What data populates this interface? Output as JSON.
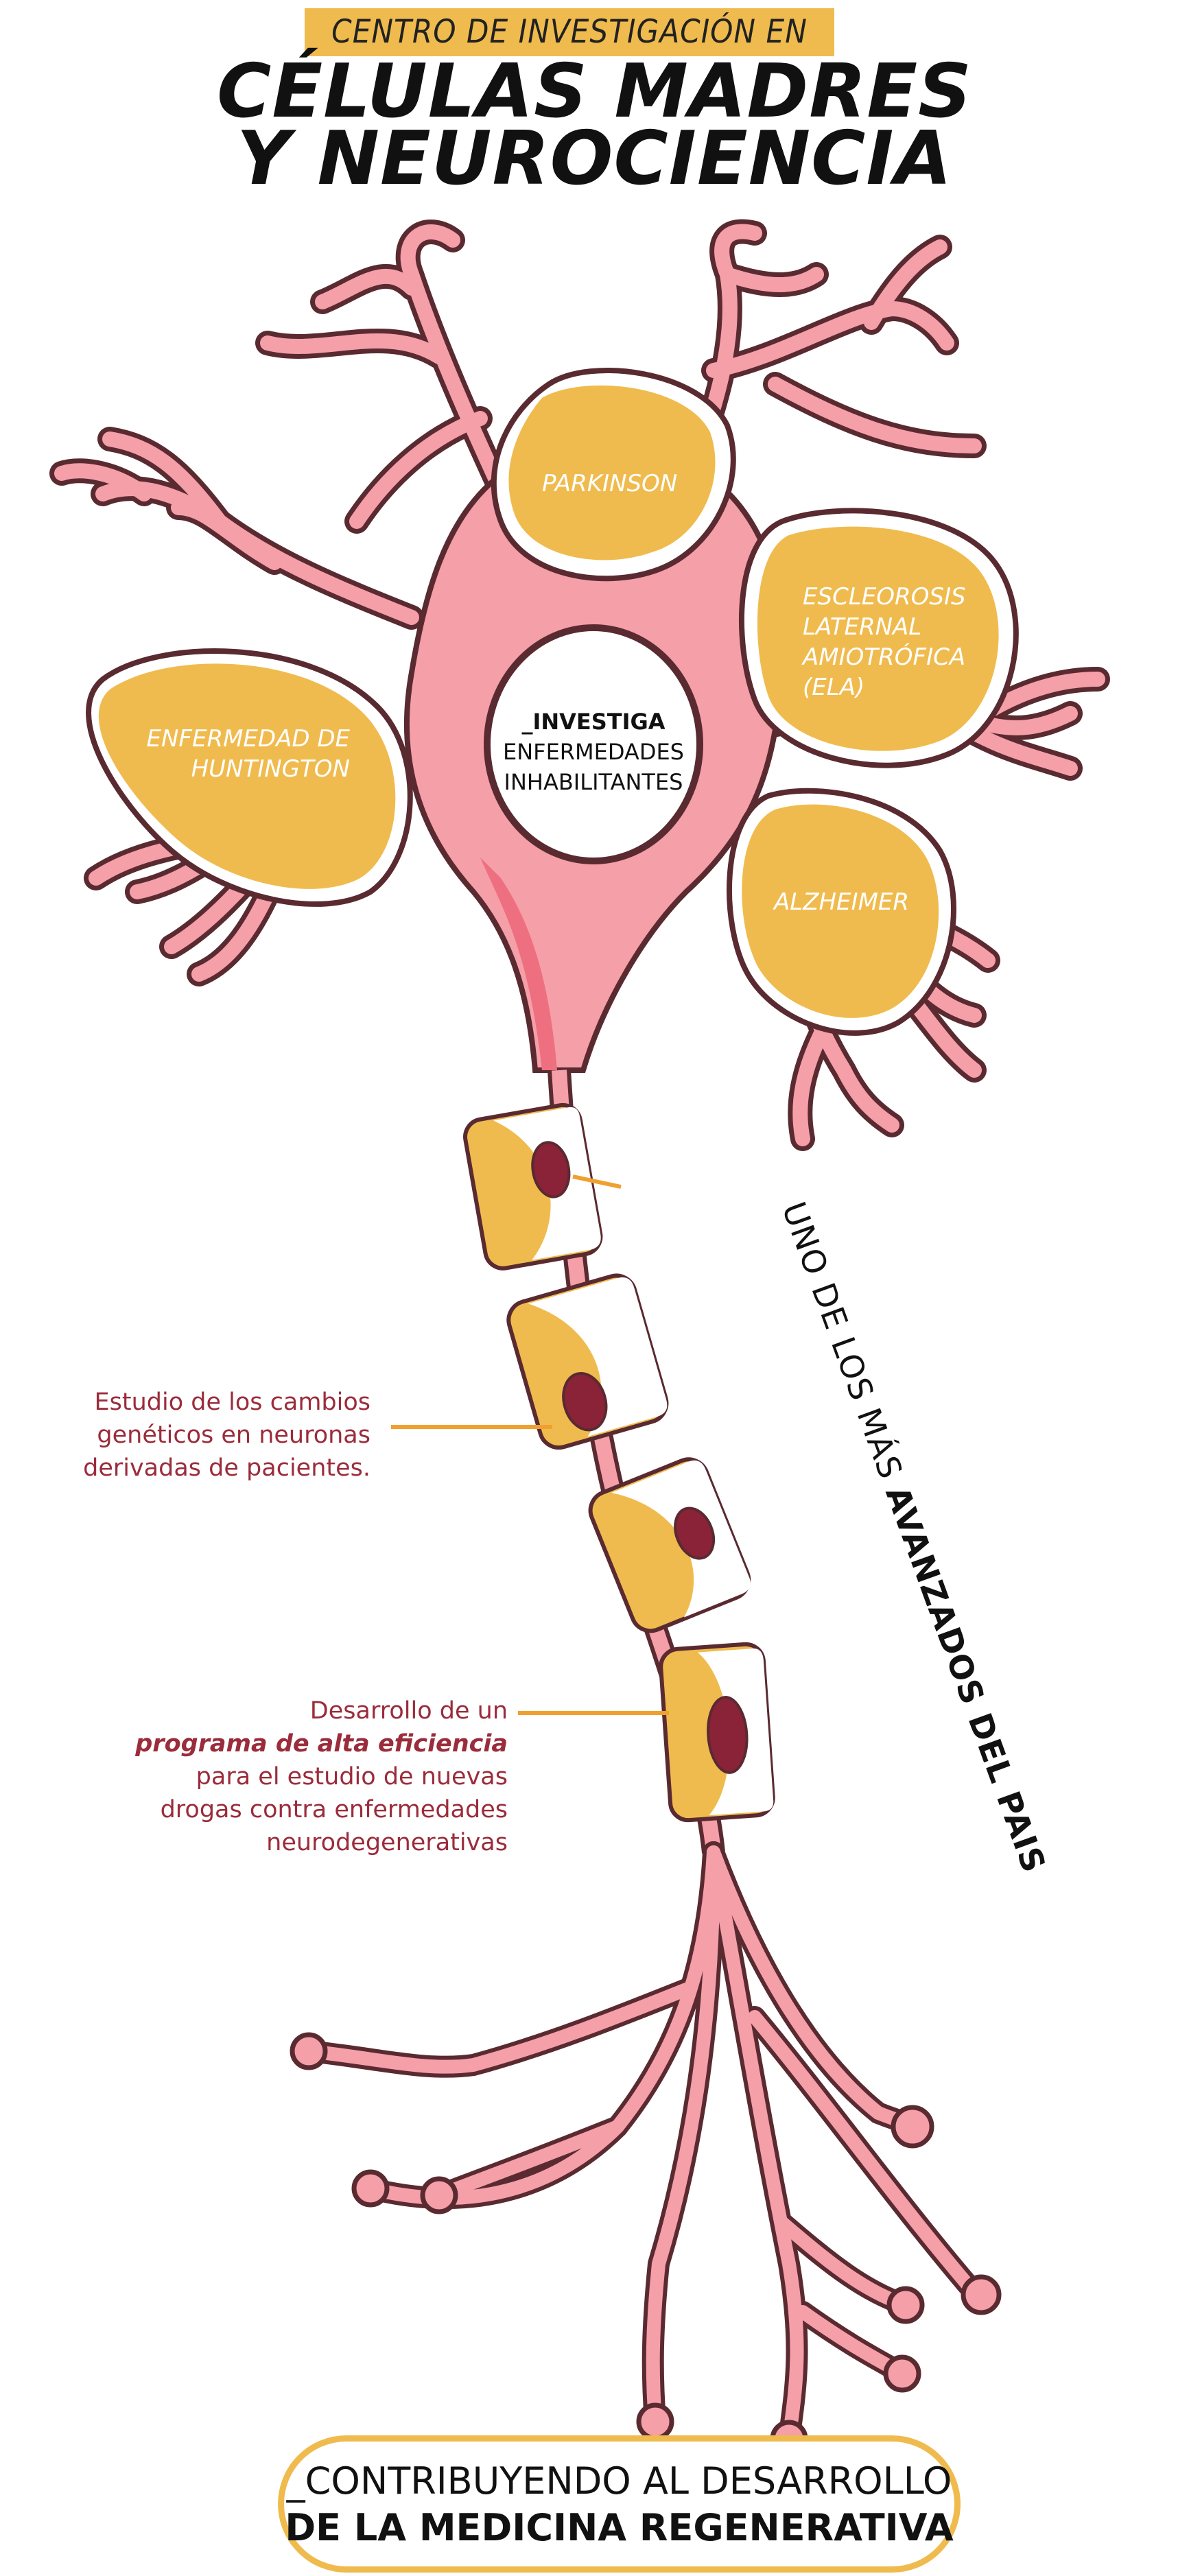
{
  "header": {
    "label": "CENTRO DE INVESTIGACIÓN EN",
    "title_line1": "CÉLULAS MADRES",
    "title_line2": "Y NEUROCIENCIA"
  },
  "neuron": {
    "center_heading": "_INVESTIGA",
    "center_line1": "ENFERMEDADES",
    "center_line2": "INHABILITANTES",
    "diseases": {
      "parkinson": "PARKINSON",
      "ela_line1": "ESCLEOROSIS",
      "ela_line2": "LATERNAL",
      "ela_line3": "AMIOTRÓFICA",
      "ela_line4": "(ELA)",
      "huntington_line1": "ENFERMEDAD DE",
      "huntington_line2": "HUNTINGTON",
      "alzheimer": "ALZHEIMER"
    }
  },
  "axon": {
    "vertical_regular": "UNO DE LOS MÁS ",
    "vertical_bold": "AVANZADOS DEL PAIS"
  },
  "notes": {
    "note1_line1": "Estudio de los cambios",
    "note1_line2": "genéticos en neuronas",
    "note1_line3": "derivadas de pacientes.",
    "note2_line1": "Desarrollo de un",
    "note2_bold": "programa de alta eficiencia",
    "note2_line3": "para el estudio  de nuevas",
    "note2_line4": "drogas contra enfermedades",
    "note2_line5": "neurodegenerativas"
  },
  "footer": {
    "line1": "_CONTRIBUYENDO AL DESARROLLO",
    "line2": "DE LA MEDICINA REGENERATIVA"
  },
  "colors": {
    "pink": "#f59fa8",
    "pink_dark": "#ee6f7f",
    "outline": "#5a2a31",
    "yellow": "#f0bb4e",
    "crimson": "#9b2c3b",
    "orange_line": "#f0a030"
  }
}
